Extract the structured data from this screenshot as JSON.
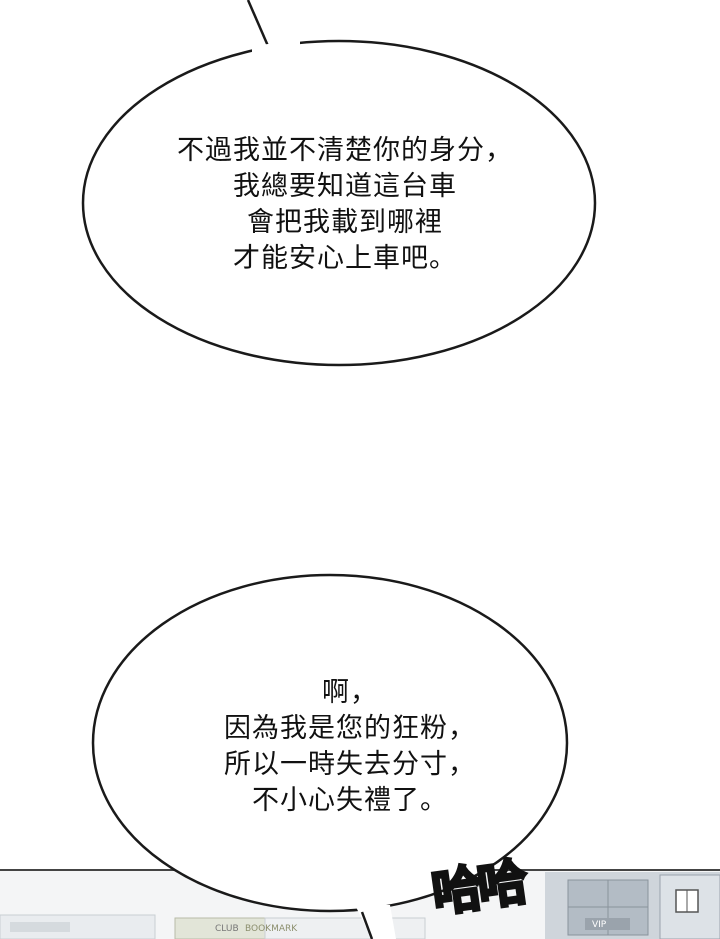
{
  "bubble_top": {
    "lines": [
      "不過我並不清楚你的身分，",
      "我總要知道這台車",
      "會把我載到哪裡",
      "才能安心上車吧。"
    ]
  },
  "bubble_bottom": {
    "lines": [
      "啊，",
      "因為我是您的狂粉，",
      "所以一時失去分寸，",
      "不小心失禮了。"
    ]
  },
  "sound_effect": {
    "text": "哈哈"
  },
  "background_signs": {
    "club": "CLUB",
    "bookmark": "BOOKMARK",
    "vip": "VIP"
  },
  "colors": {
    "bubble_fill": "#ffffff",
    "bubble_stroke": "#1a1a1a",
    "text": "#111111",
    "building_light": "#e6e9ec",
    "building_dark": "#8a939c"
  }
}
